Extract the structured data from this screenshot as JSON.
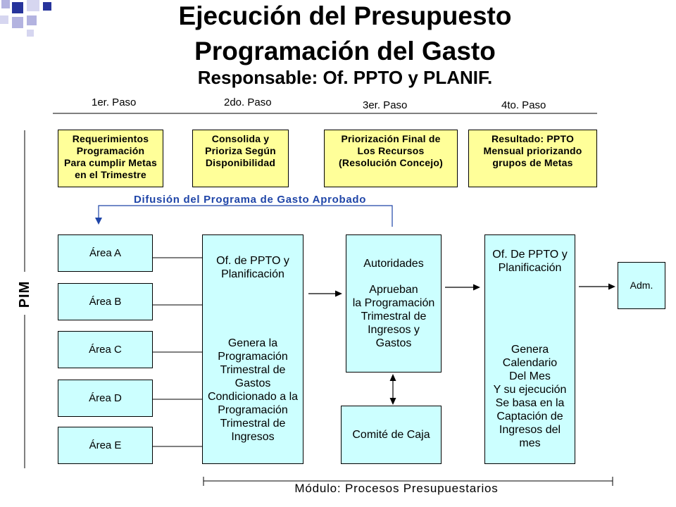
{
  "title": "Ejecución del Presupuesto",
  "subtitle": "Programación del Gasto",
  "responsible": "Responsable: Of. PPTO y PLANIF.",
  "steps": [
    "1er. Paso",
    "2do. Paso",
    "3er. Paso",
    "4to. Paso"
  ],
  "step_boxes": [
    "Requerimientos\nProgramación\nPara cumplir Metas\nen el Trimestre",
    "Consolida y\nPrioriza Según\nDisponibilidad",
    "Priorización Final de\nLos Recursos\n(Resolución Concejo)",
    "Resultado: PPTO\nMensual priorizando\ngrupos de Metas"
  ],
  "diffusion_label": "Difusión del Programa de Gasto Aprobado",
  "pim_label": "PIM",
  "areas": [
    "Área A",
    "Área B",
    "Área C",
    "Área D",
    "Área E"
  ],
  "office_box": {
    "heading": "Of. de PPTO y\nPlanificación",
    "body": "Genera la\nProgramación\nTrimestral de\nGastos\nCondicionado a la\nProgramación\nTrimestral de\nIngresos"
  },
  "authorities_box": {
    "heading": "Autoridades",
    "body": "Aprueban\nla Programación\nTrimestral de\nIngresos y\nGastos"
  },
  "committee_box": {
    "label": "Comité de Caja"
  },
  "calendar_box": {
    "heading": "Of. De PPTO y\nPlanificación",
    "body": "Genera\nCalendario\nDel Mes\nY su ejecución\nSe basa en la\nCaptación de\nIngresos del\nmes"
  },
  "adm_box": {
    "label": "Adm."
  },
  "module_label": "Módulo: Procesos Presupuestarios",
  "colors": {
    "step_box_fill": "#FFFF99",
    "flow_box_fill": "#CCFFFF",
    "diffusion_blue": "#1F45A8",
    "decor_dark": "#27349B",
    "decor_light": "#B3B3E0"
  }
}
